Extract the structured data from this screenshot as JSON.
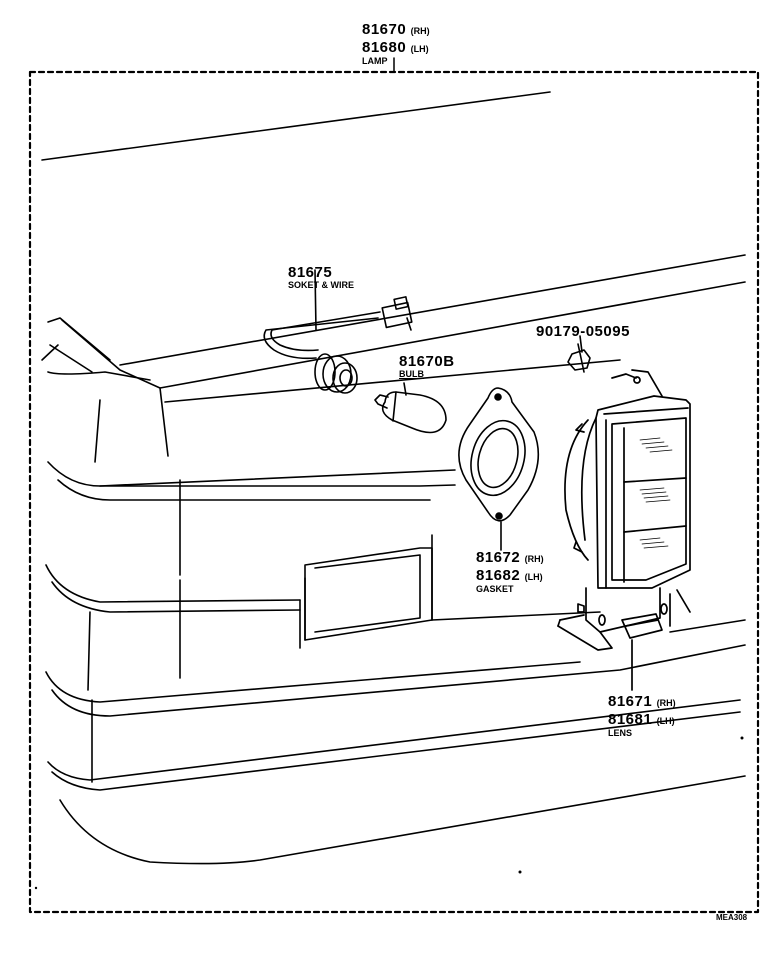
{
  "callouts": {
    "lamp": {
      "part_rh": "81670",
      "tag_rh": "(RH)",
      "part_lh": "81680",
      "tag_lh": "(LH)",
      "name": "LAMP"
    },
    "socket": {
      "part": "81675",
      "name": "SOKET & WIRE"
    },
    "bulb": {
      "part": "81670B",
      "name": "BULB"
    },
    "bolt": {
      "part": "90179-05095"
    },
    "gasket": {
      "part_rh": "81672",
      "tag_rh": "(RH)",
      "part_lh": "81682",
      "tag_lh": "(LH)",
      "name": "GASKET"
    },
    "lens": {
      "part_rh": "81671",
      "tag_rh": "(RH)",
      "part_lh": "81681",
      "tag_lh": "(LH)",
      "name": "LENS"
    }
  },
  "figure_code": "MEA308",
  "colors": {
    "ink": "#000000",
    "paper": "#ffffff"
  }
}
